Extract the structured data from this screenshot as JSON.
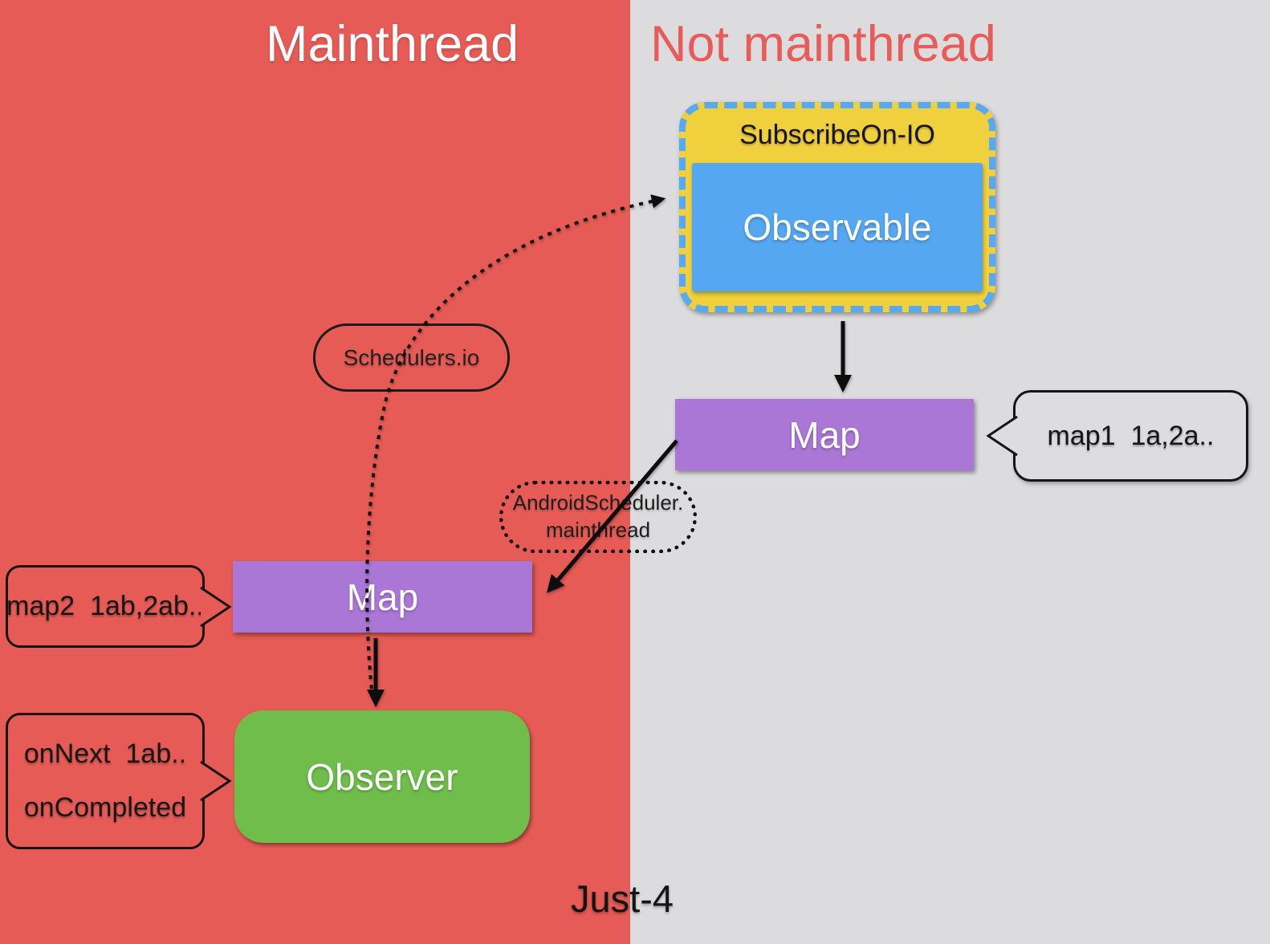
{
  "panels": {
    "mainthread": {
      "title": "Mainthread"
    },
    "not_mainthread": {
      "title": "Not mainthread"
    }
  },
  "subscribe_box": {
    "title": "SubscribeOn-IO",
    "observable_label": "Observable"
  },
  "boxes": {
    "map_io": {
      "label": "Map"
    },
    "map_main": {
      "label": "Map"
    },
    "observer": {
      "label": "Observer"
    }
  },
  "schedulers": {
    "io": {
      "label": "Schedulers.io"
    },
    "android": {
      "line1": "AndroidScheduler.",
      "line2": "mainthread"
    }
  },
  "callouts": {
    "map1": {
      "text": "map1  1a,2a.."
    },
    "map2": {
      "text": "map2  1ab,2ab.."
    },
    "observer_events": {
      "line1": "onNext  1ab..",
      "line2": "onCompleted"
    }
  },
  "caption": {
    "text": "Just-4"
  },
  "colors": {
    "mainthread_bg": "#e65b55",
    "not_mainthread_bg": "#dcdcde",
    "title_white": "#ffffff",
    "title_red": "#e85b58",
    "subscribe_yellow": "#f0d03c",
    "dash_blue": "#57a9f1",
    "observable_blue": "#55a7f2",
    "map_purple": "#ab77d7",
    "observer_green": "#70bd4b",
    "line_black": "#111111"
  }
}
